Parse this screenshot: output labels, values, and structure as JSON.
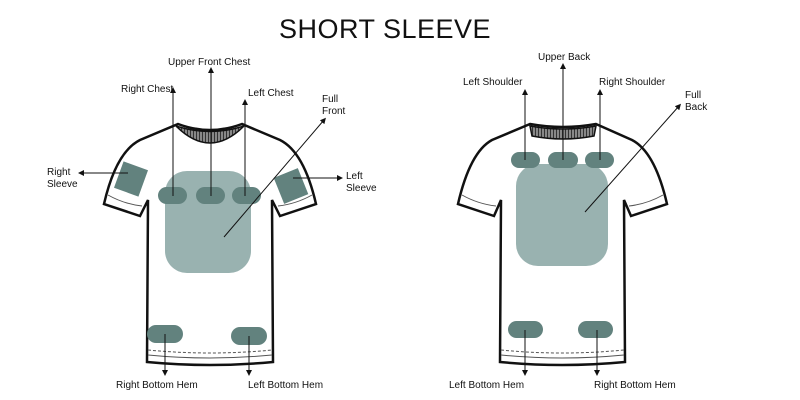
{
  "title": "SHORT SLEEVE",
  "colors": {
    "patch_dark": "#62827e",
    "patch_light": "#99b2b0",
    "outline": "#111111"
  },
  "front": {
    "labels": {
      "upper_front_chest": "Upper Front Chest",
      "right_chest": "Right Chest",
      "left_chest": "Left Chest",
      "full_front_1": "Full",
      "full_front_2": "Front",
      "right_sleeve_1": "Right",
      "right_sleeve_2": "Sleeve",
      "left_sleeve_1": "Left",
      "left_sleeve_2": "Sleeve",
      "right_bottom_hem": "Right Bottom Hem",
      "left_bottom_hem": "Left Bottom Hem"
    }
  },
  "back": {
    "labels": {
      "upper_back": "Upper Back",
      "left_shoulder": "Left Shoulder",
      "right_shoulder": "Right Shoulder",
      "full_back_1": "Full",
      "full_back_2": "Back",
      "left_bottom_hem": "Left Bottom Hem",
      "right_bottom_hem": "Right Bottom Hem"
    }
  }
}
